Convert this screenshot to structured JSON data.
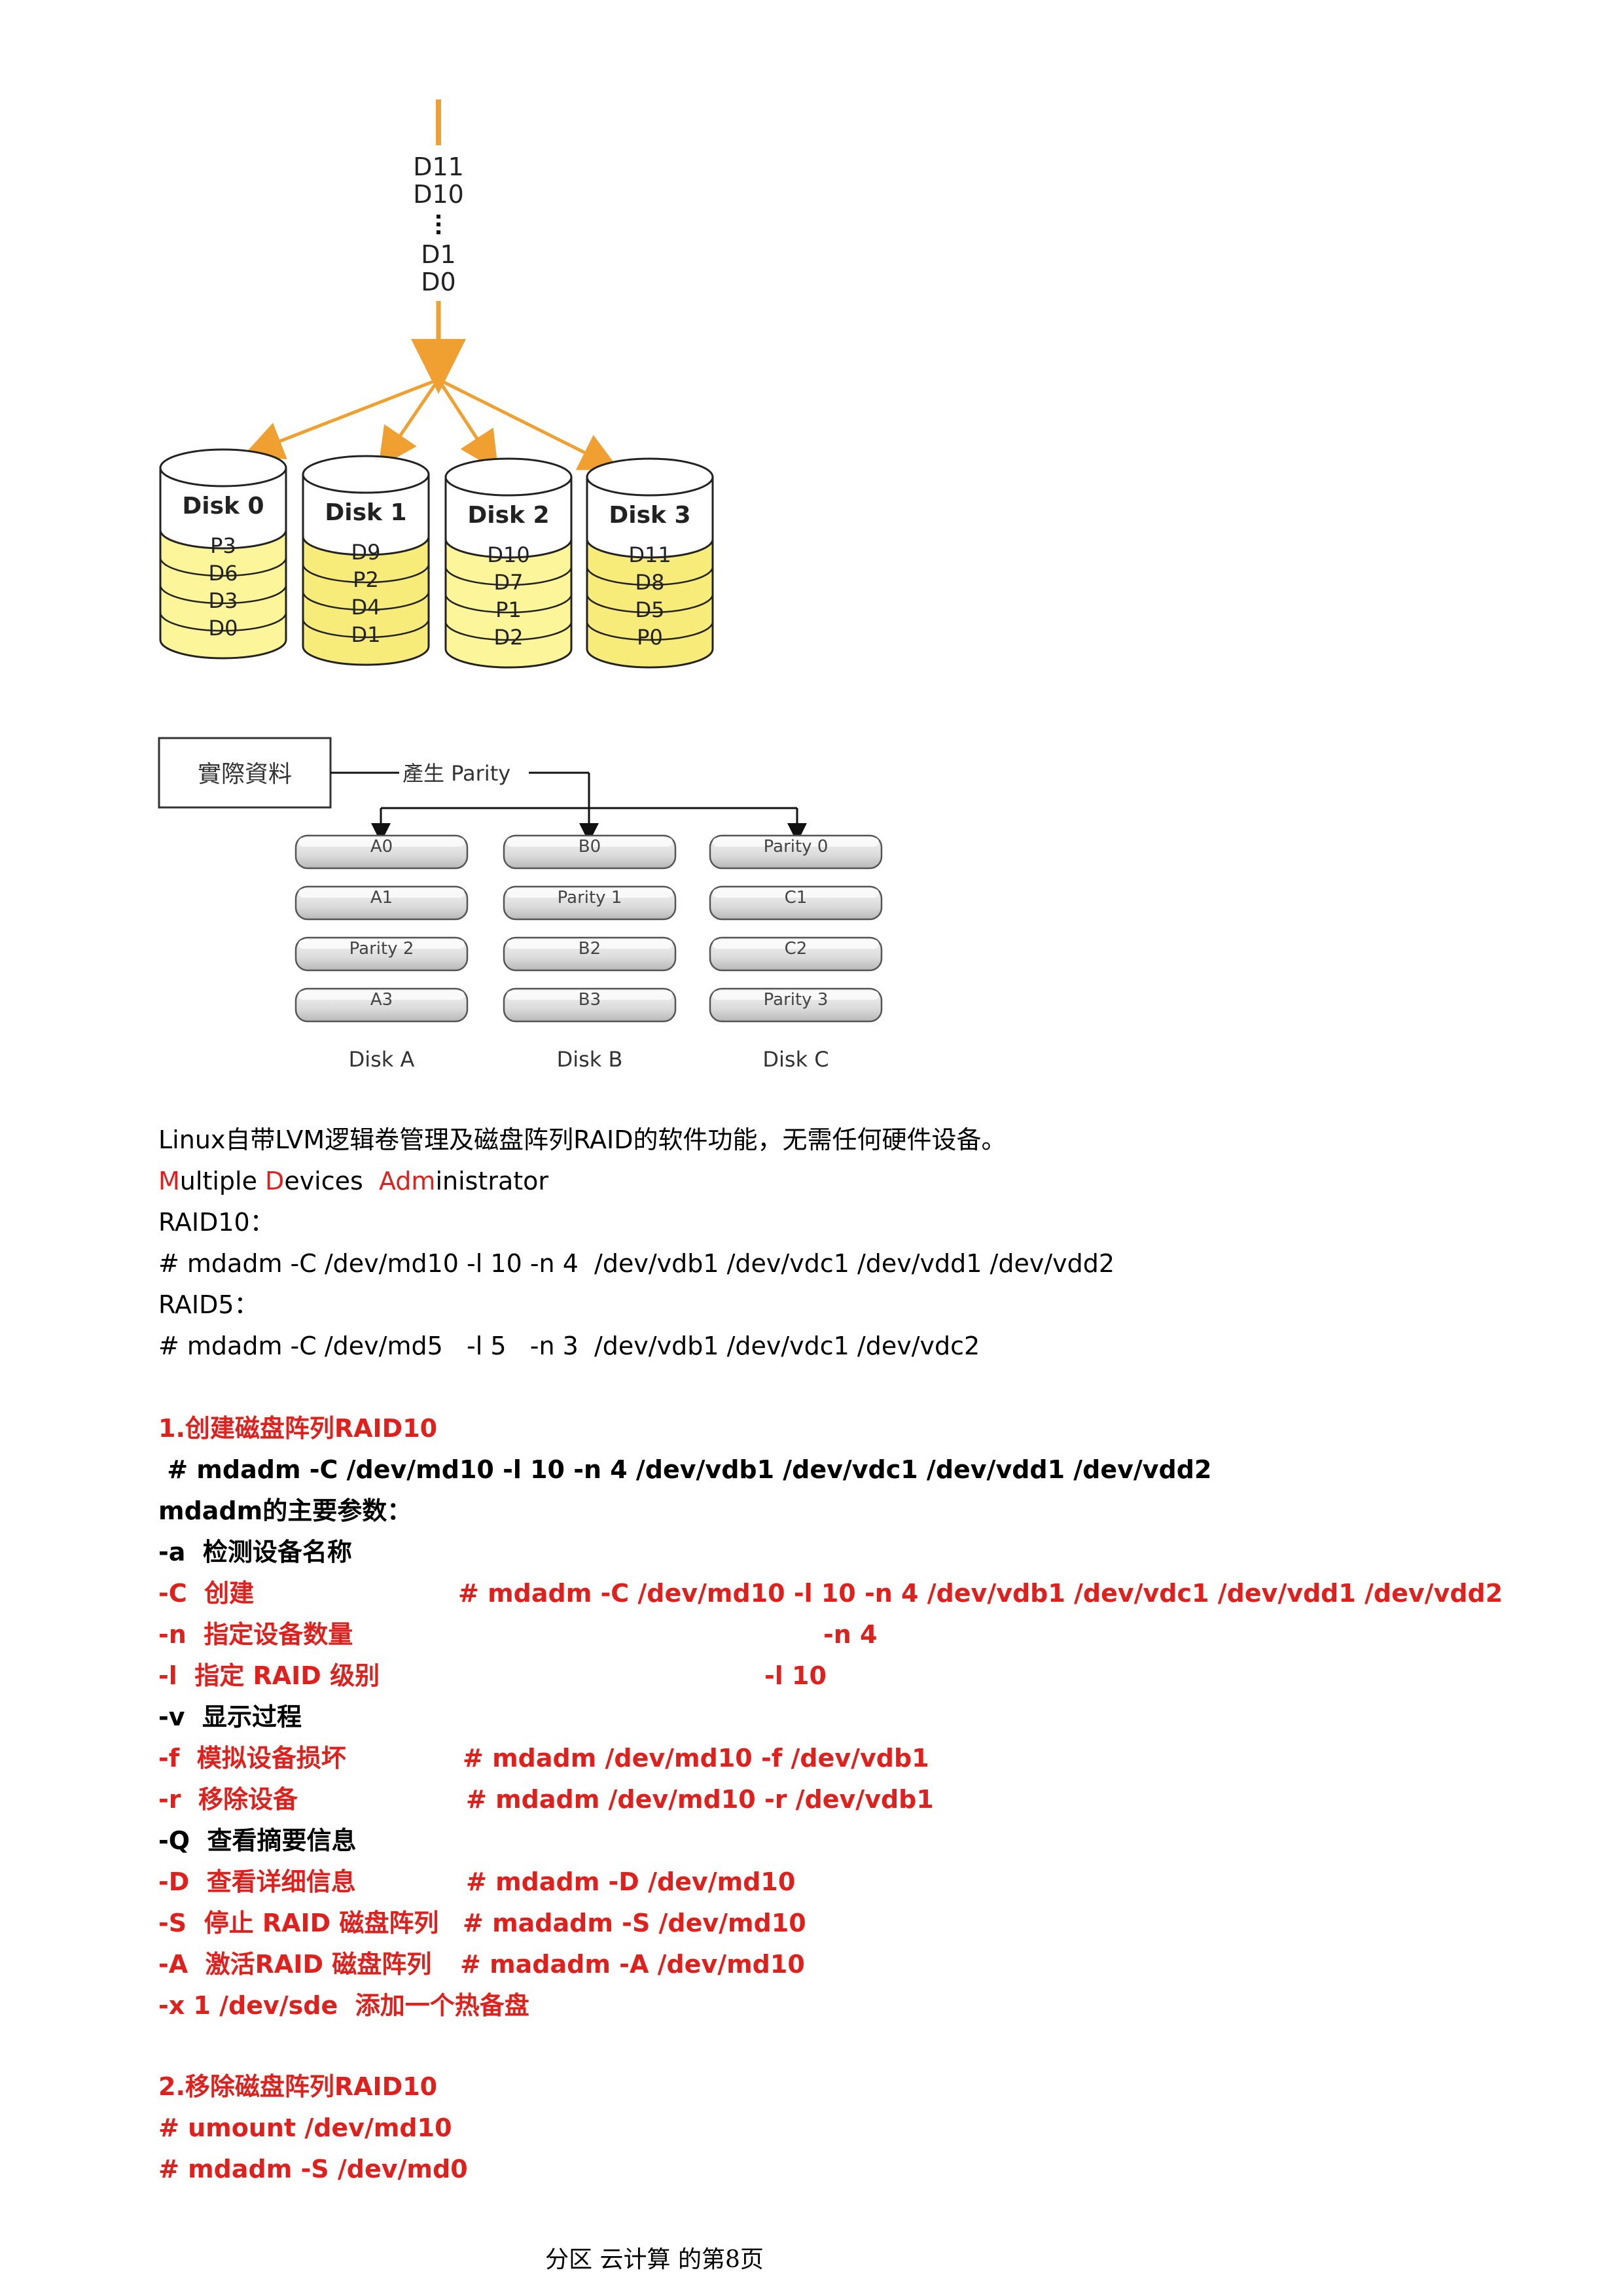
{
  "raid_diagram_1": {
    "stream_labels": [
      "D11",
      "D10",
      "D1",
      "D0"
    ],
    "disks": [
      {
        "name": "Disk 0",
        "blocks": [
          "P3",
          "D6",
          "D3",
          "D0"
        ]
      },
      {
        "name": "Disk 1",
        "blocks": [
          "D9",
          "P2",
          "D4",
          "D1"
        ]
      },
      {
        "name": "Disk 2",
        "blocks": [
          "D10",
          "D7",
          "P1",
          "D2"
        ]
      },
      {
        "name": "Disk 3",
        "blocks": [
          "D11",
          "D8",
          "D5",
          "P0"
        ]
      }
    ],
    "colors": {
      "arrow": "#f0a030",
      "disk_fill": "#fdf59a",
      "disk_fill_alt": "#f7ec7a",
      "disk_top": "#ffffff"
    }
  },
  "raid_diagram_2": {
    "source_box": "實際資料",
    "parity_label": "產生 Parity",
    "disks": [
      {
        "name": "Disk A",
        "blocks": [
          "A0",
          "A1",
          "Parity 2",
          "A3"
        ]
      },
      {
        "name": "Disk B",
        "blocks": [
          "B0",
          "Parity 1",
          "B2",
          "B3"
        ]
      },
      {
        "name": "Disk C",
        "blocks": [
          "Parity 0",
          "C1",
          "C2",
          "Parity 3"
        ]
      }
    ]
  },
  "intro": {
    "line1": "Linux自带LVM逻辑卷管理及磁盘阵列RAID的软件功能，无需任何硬件设备。",
    "mda": [
      {
        "text": "M",
        "red": true
      },
      {
        "text": "ultiple ",
        "red": false
      },
      {
        "text": "D",
        "red": true
      },
      {
        "text": "evices  ",
        "red": false
      },
      {
        "text": "Adm",
        "red": true
      },
      {
        "text": "inistrator",
        "red": false
      }
    ],
    "raid10_label": "RAID10：",
    "raid10_cmd": "# mdadm -C /dev/md10 -l 10 -n 4  /dev/vdb1 /dev/vdc1 /dev/vdd1 /dev/vdd2",
    "raid5_label": "RAID5：",
    "raid5_cmd": "# mdadm -C /dev/md5   -l 5   -n 3  /dev/vdb1 /dev/vdc1 /dev/vdc2"
  },
  "section1": {
    "heading": "1.创建磁盘阵列RAID10",
    "cmd": " # mdadm -C /dev/md10 -l 10 -n 4 /dev/vdb1 /dev/vdc1 /dev/vdd1 /dev/vdd2",
    "params_title": "mdadm的主要参数：",
    "params": [
      {
        "opt": "-a  检测设备名称",
        "example": "",
        "red": false
      },
      {
        "opt": "-C  创建",
        "example": "# mdadm -C /dev/md10 -l 10 -n 4 /dev/vdb1 /dev/vdc1 /dev/vdd1 /dev/vdd2",
        "red": true
      },
      {
        "opt": "-n  指定设备数量",
        "example": "-n 4",
        "red": true
      },
      {
        "opt": "-l  指定 RAID 级别",
        "example": "-l 10",
        "red": true
      },
      {
        "opt": "-v  显示过程",
        "example": "",
        "red": false
      },
      {
        "opt": "-f  模拟设备损坏",
        "example": "# mdadm /dev/md10 -f /dev/vdb1",
        "red": true
      },
      {
        "opt": "-r  移除设备",
        "example": "# mdadm /dev/md10 -r /dev/vdb1",
        "red": true
      },
      {
        "opt": "-Q  查看摘要信息",
        "example": "",
        "red": false
      },
      {
        "opt": "-D  查看详细信息",
        "example": "# mdadm -D /dev/md10",
        "red": true
      },
      {
        "opt": "-S  停止 RAID 磁盘阵列",
        "example": "# madadm -S /dev/md10",
        "red": true
      },
      {
        "opt": "-A  激活RAID 磁盘阵列",
        "example": "# madadm -A /dev/md10",
        "red": true
      },
      {
        "opt": "-x 1 /dev/sde  添加一个热备盘",
        "example": "",
        "red": true
      }
    ]
  },
  "section2": {
    "heading": "2.移除磁盘阵列RAID10",
    "cmds": [
      "# umount /dev/md10",
      "# mdadm -S /dev/md0"
    ]
  },
  "footer": {
    "text": "分区 云计算 的第",
    "page": "8",
    "suffix": "页"
  },
  "colors": {
    "red": "#e0201d",
    "text": "#000000"
  }
}
